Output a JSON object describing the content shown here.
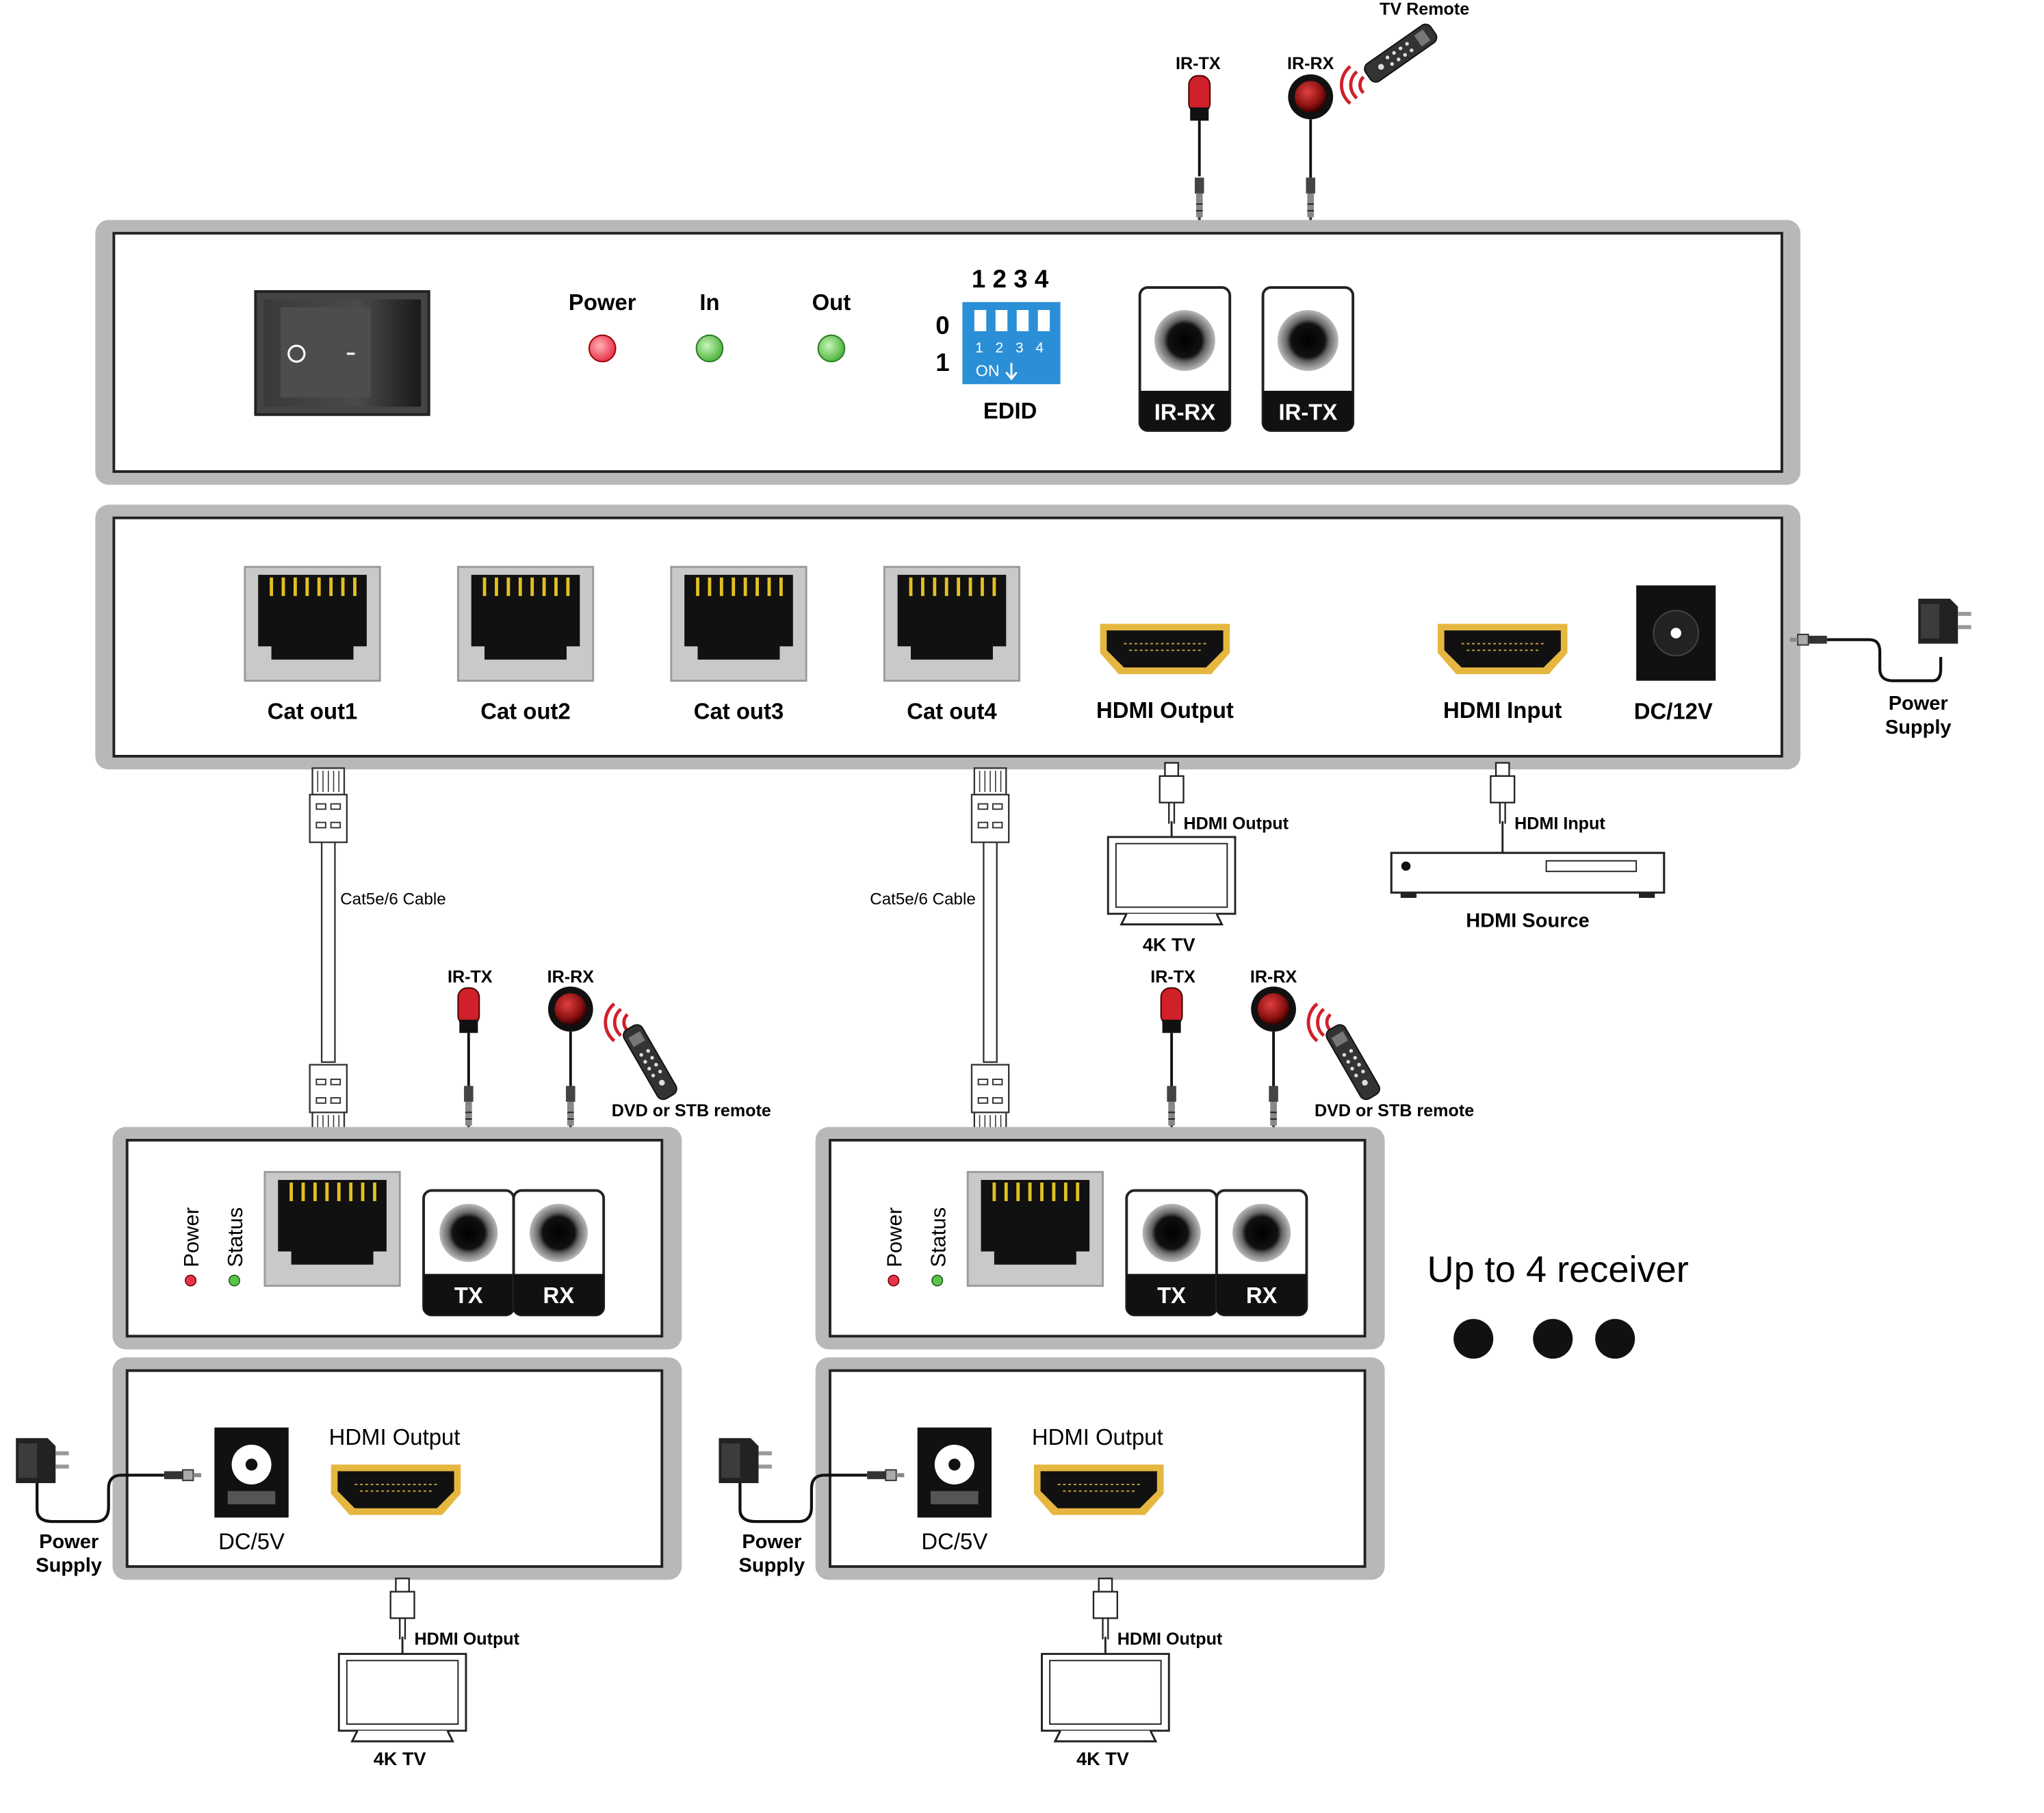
{
  "top_ir": {
    "ir_tx": "IR-TX",
    "ir_rx": "IR-RX",
    "tv_remote": "TV Remote"
  },
  "front_panel": {
    "led_power": "Power",
    "led_in": "In",
    "led_out": "Out",
    "dip_numbers": "1 2 3 4",
    "dip_zero": "0",
    "dip_one": "1",
    "dip_inner_numbers": "1 2 3 4",
    "dip_on": "ON",
    "edid": "EDID",
    "port_ir_rx": "IR-RX",
    "port_ir_tx": "IR-TX"
  },
  "rear_panel": {
    "cat_out1": "Cat out1",
    "cat_out2": "Cat out2",
    "cat_out3": "Cat out3",
    "cat_out4": "Cat out4",
    "hdmi_output": "HDMI Output",
    "hdmi_input": "HDMI Input",
    "dc": "DC/12V"
  },
  "power_supply_main": {
    "line1": "Power",
    "line2": "Supply"
  },
  "links": {
    "cable_left": "Cat5e/6 Cable",
    "cable_right": "Cat5e/6 Cable",
    "tv_hdmi_output": "HDMI Output",
    "tv_label": "4K TV",
    "source_hdmi_input": "HDMI Input",
    "source_label": "HDMI Source"
  },
  "receivers": [
    {
      "ir_tx": "IR-TX",
      "ir_rx": "IR-RX",
      "remote": "DVD or STB remote",
      "power": "Power",
      "status": "Status",
      "tx": "TX",
      "rx": "RX",
      "hdmi_output": "HDMI Output",
      "dc": "DC/5V",
      "ps_line1": "Power",
      "ps_line2": "Supply",
      "tv_hdmi_output": "HDMI Output",
      "tv_label": "4K TV"
    },
    {
      "ir_tx": "IR-TX",
      "ir_rx": "IR-RX",
      "remote": "DVD or STB remote",
      "power": "Power",
      "status": "Status",
      "tx": "TX",
      "rx": "RX",
      "hdmi_output": "HDMI Output",
      "dc": "DC/5V",
      "ps_line1": "Power",
      "ps_line2": "Supply",
      "tv_hdmi_output": "HDMI Output",
      "tv_label": "4K TV"
    }
  ],
  "up_to": "Up to 4 receiver",
  "colors": {
    "panel_border": "#b8b8b8",
    "led_red": "#e8344a",
    "led_green": "#5cc44c",
    "dip_blue": "#2a8fd6",
    "hdmi_gold": "#e6b740",
    "ir_red": "#d0202a"
  }
}
